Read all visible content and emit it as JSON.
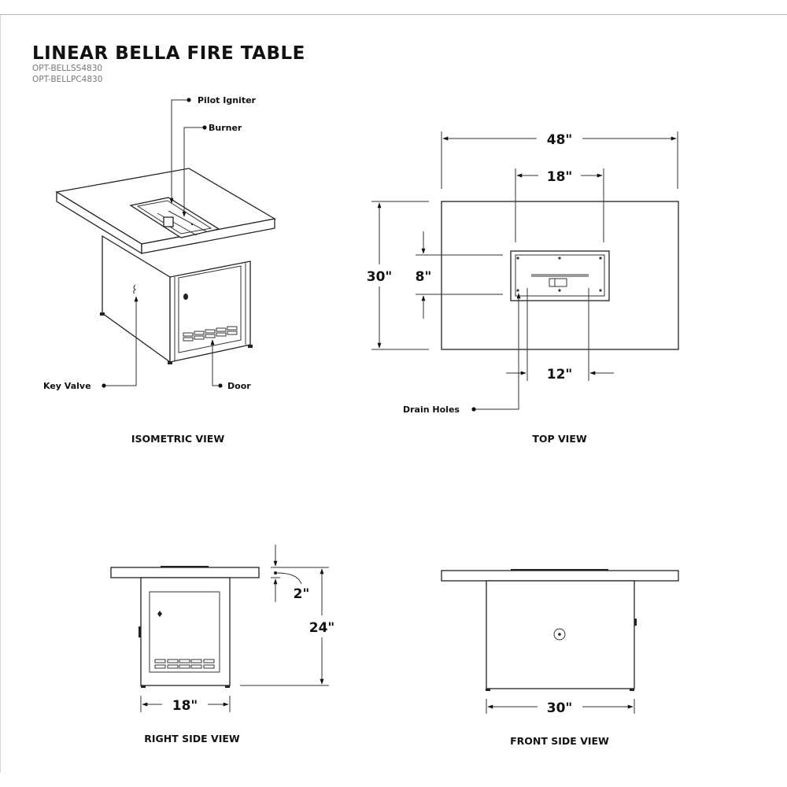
{
  "document": {
    "title": "LINEAR BELLA FIRE TABLE",
    "model_numbers": [
      "OPT-BELLSS4830",
      "OPT-BELLPC4830"
    ]
  },
  "isometric_view": {
    "label": "ISOMETRIC VIEW",
    "callouts": {
      "pilot_igniter": "Pilot Igniter",
      "burner": "Burner",
      "key_valve": "Key Valve",
      "door": "Door"
    }
  },
  "top_view": {
    "label": "TOP VIEW",
    "dimensions": {
      "overall_length": "48\"",
      "overall_width": "30\"",
      "burner_length": "18\"",
      "burner_width": "8\"",
      "drain_spacing": "12\""
    },
    "callouts": {
      "drain_holes": "Drain Holes"
    }
  },
  "right_side_view": {
    "label": "RIGHT SIDE VIEW",
    "dimensions": {
      "top_thickness": "2\"",
      "height": "24\"",
      "base_width": "18\""
    }
  },
  "front_side_view": {
    "label": "FRONT SIDE VIEW",
    "dimensions": {
      "base_length": "30\""
    }
  }
}
